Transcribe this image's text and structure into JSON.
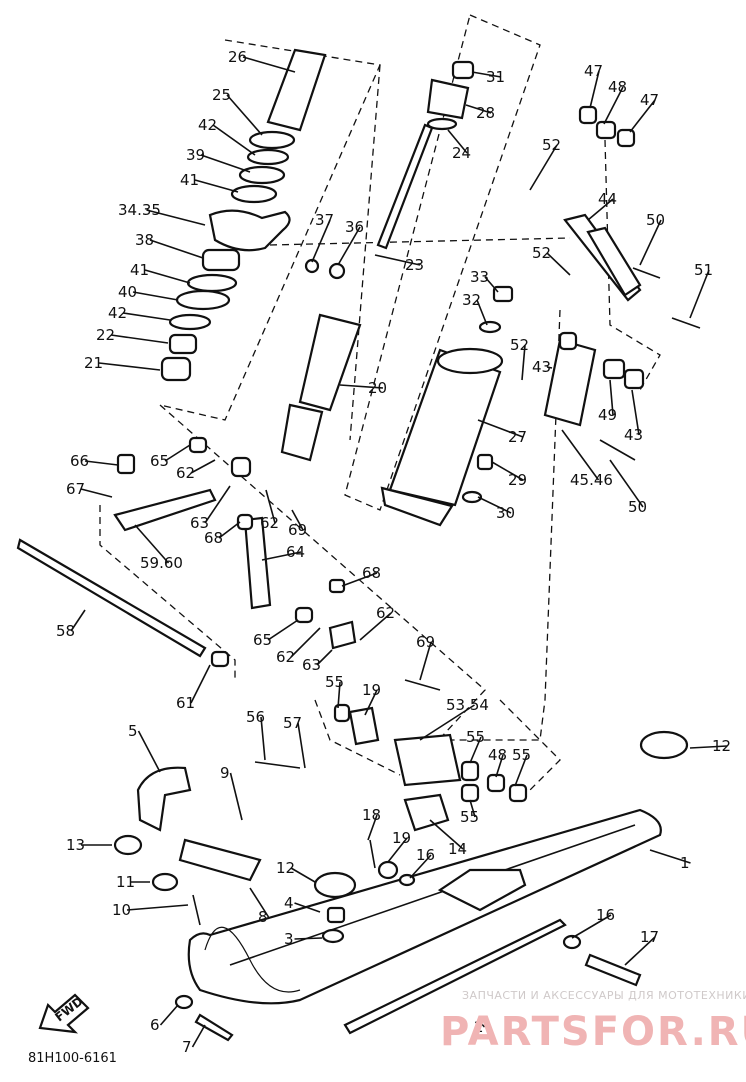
{
  "diagram_code": "81H100-6161",
  "direction_label": "FWD",
  "watermark": {
    "caption": "ЗАПЧАСТИ И АКСЕССУАРЫ ДЛЯ МОТОТЕХНИКИ",
    "logo": "PARTSFOR.RU"
  },
  "callouts": [
    "26",
    "25",
    "42",
    "39",
    "41",
    "34.35",
    "38",
    "41",
    "40",
    "42",
    "22",
    "21",
    "37",
    "36",
    "23",
    "20",
    "31",
    "28",
    "24",
    "33",
    "32",
    "27",
    "29",
    "30",
    "47",
    "48",
    "47",
    "52",
    "44",
    "50",
    "52",
    "51",
    "52",
    "43",
    "49",
    "43",
    "45.46",
    "50",
    "66",
    "65",
    "62",
    "67",
    "63",
    "62",
    "69",
    "68",
    "59.60",
    "64",
    "58",
    "61",
    "68",
    "65",
    "62",
    "63",
    "62",
    "69",
    "55",
    "19",
    "53.54",
    "56",
    "57",
    "55",
    "48",
    "55",
    "55",
    "12",
    "5",
    "9",
    "13",
    "11",
    "10",
    "18",
    "19",
    "16",
    "14",
    "12",
    "4",
    "3",
    "8",
    "16",
    "17",
    "1",
    "6",
    "7",
    "2"
  ]
}
